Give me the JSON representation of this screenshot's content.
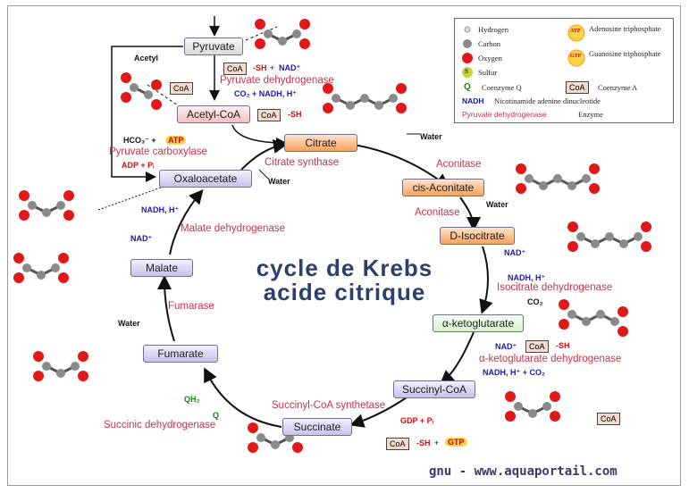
{
  "title": [
    "cycle de Krebs",
    "acide citrique"
  ],
  "footer": "gnu - www.aquaportail.com",
  "nodes": {
    "pyruvate": "Pyruvate",
    "acetyl_coa": "Acetyl-CoA",
    "citrate": "Citrate",
    "cis_aconitate": "cis-Aconitate",
    "d_isocitrate": "D-Isocitrate",
    "a_ketoglutarate": "α-ketoglutarate",
    "succinyl_coa": "Succinyl-CoA",
    "succinate": "Succinate",
    "fumarate": "Fumarate",
    "malate": "Malate",
    "oxaloacetate": "Oxaloacetate"
  },
  "enzymes": {
    "pyruvate_dh": "Pyruvate dehydrogenase",
    "pyruvate_carboxylase": "Pyruvate carboxylase",
    "citrate_synthase": "Citrate synthase",
    "aconitase_1": "Aconitase",
    "aconitase_2": "Aconitase",
    "isocitrate_dh": "Isocitrate dehydrogenase",
    "a_kg_dh": "α-ketoglutarate dehydrogenase",
    "succinyl_coa_synthetase": "Succinyl-CoA synthetase",
    "succinic_dh": "Succinic dehydrogenase",
    "fumarase": "Fumarase",
    "malate_dh": "Malate dehydrogenase"
  },
  "labels": {
    "acetyl": "Acetyl",
    "coa": "CoA",
    "sh": "-SH",
    "plus": "+",
    "nad": "NAD⁺",
    "co2_nadh": "CO₂ + NADH, H⁺",
    "hco3": "HCO₃⁻ +",
    "atp": "ATP",
    "adp_pi": "ADP + Pᵢ",
    "water": "Water",
    "nadh_h": "NADH, H⁺",
    "co2": "CO₂",
    "nadh_h_co2": "NADH, H⁺ + CO₂",
    "gdp_pi": "GDP + Pᵢ",
    "gtp": "GTP",
    "qh2": "QH₂",
    "q": "Q"
  },
  "legend": {
    "hydrogen": "Hydrogen",
    "carbon": "Carbon",
    "oxygen": "Oxygen",
    "sulfur": "Sulfur",
    "sulfur_symbol": "S",
    "atp_label": "Adenosine triphosphate",
    "gtp_label": "Guanosine triphosphate",
    "q_symbol": "Q",
    "coenzyme_q": "Coenzyme Q",
    "coa_box": "CoA",
    "coenzyme_a": "Coenzyme A",
    "nadh": "NADH",
    "nadh_desc": "Nicotinamide adenine dinucleotide",
    "enzyme_example": "Pyruvate dehydrogenase",
    "enzyme": "Enzyme",
    "atp": "ATP",
    "gtp": "GTP"
  },
  "colors": {
    "enzyme": "#c8324a",
    "cofactor_blue": "#1a1aa8",
    "oxygen": "#e01818",
    "carbon": "#8a8a8a",
    "title": "#2e3f6b"
  }
}
